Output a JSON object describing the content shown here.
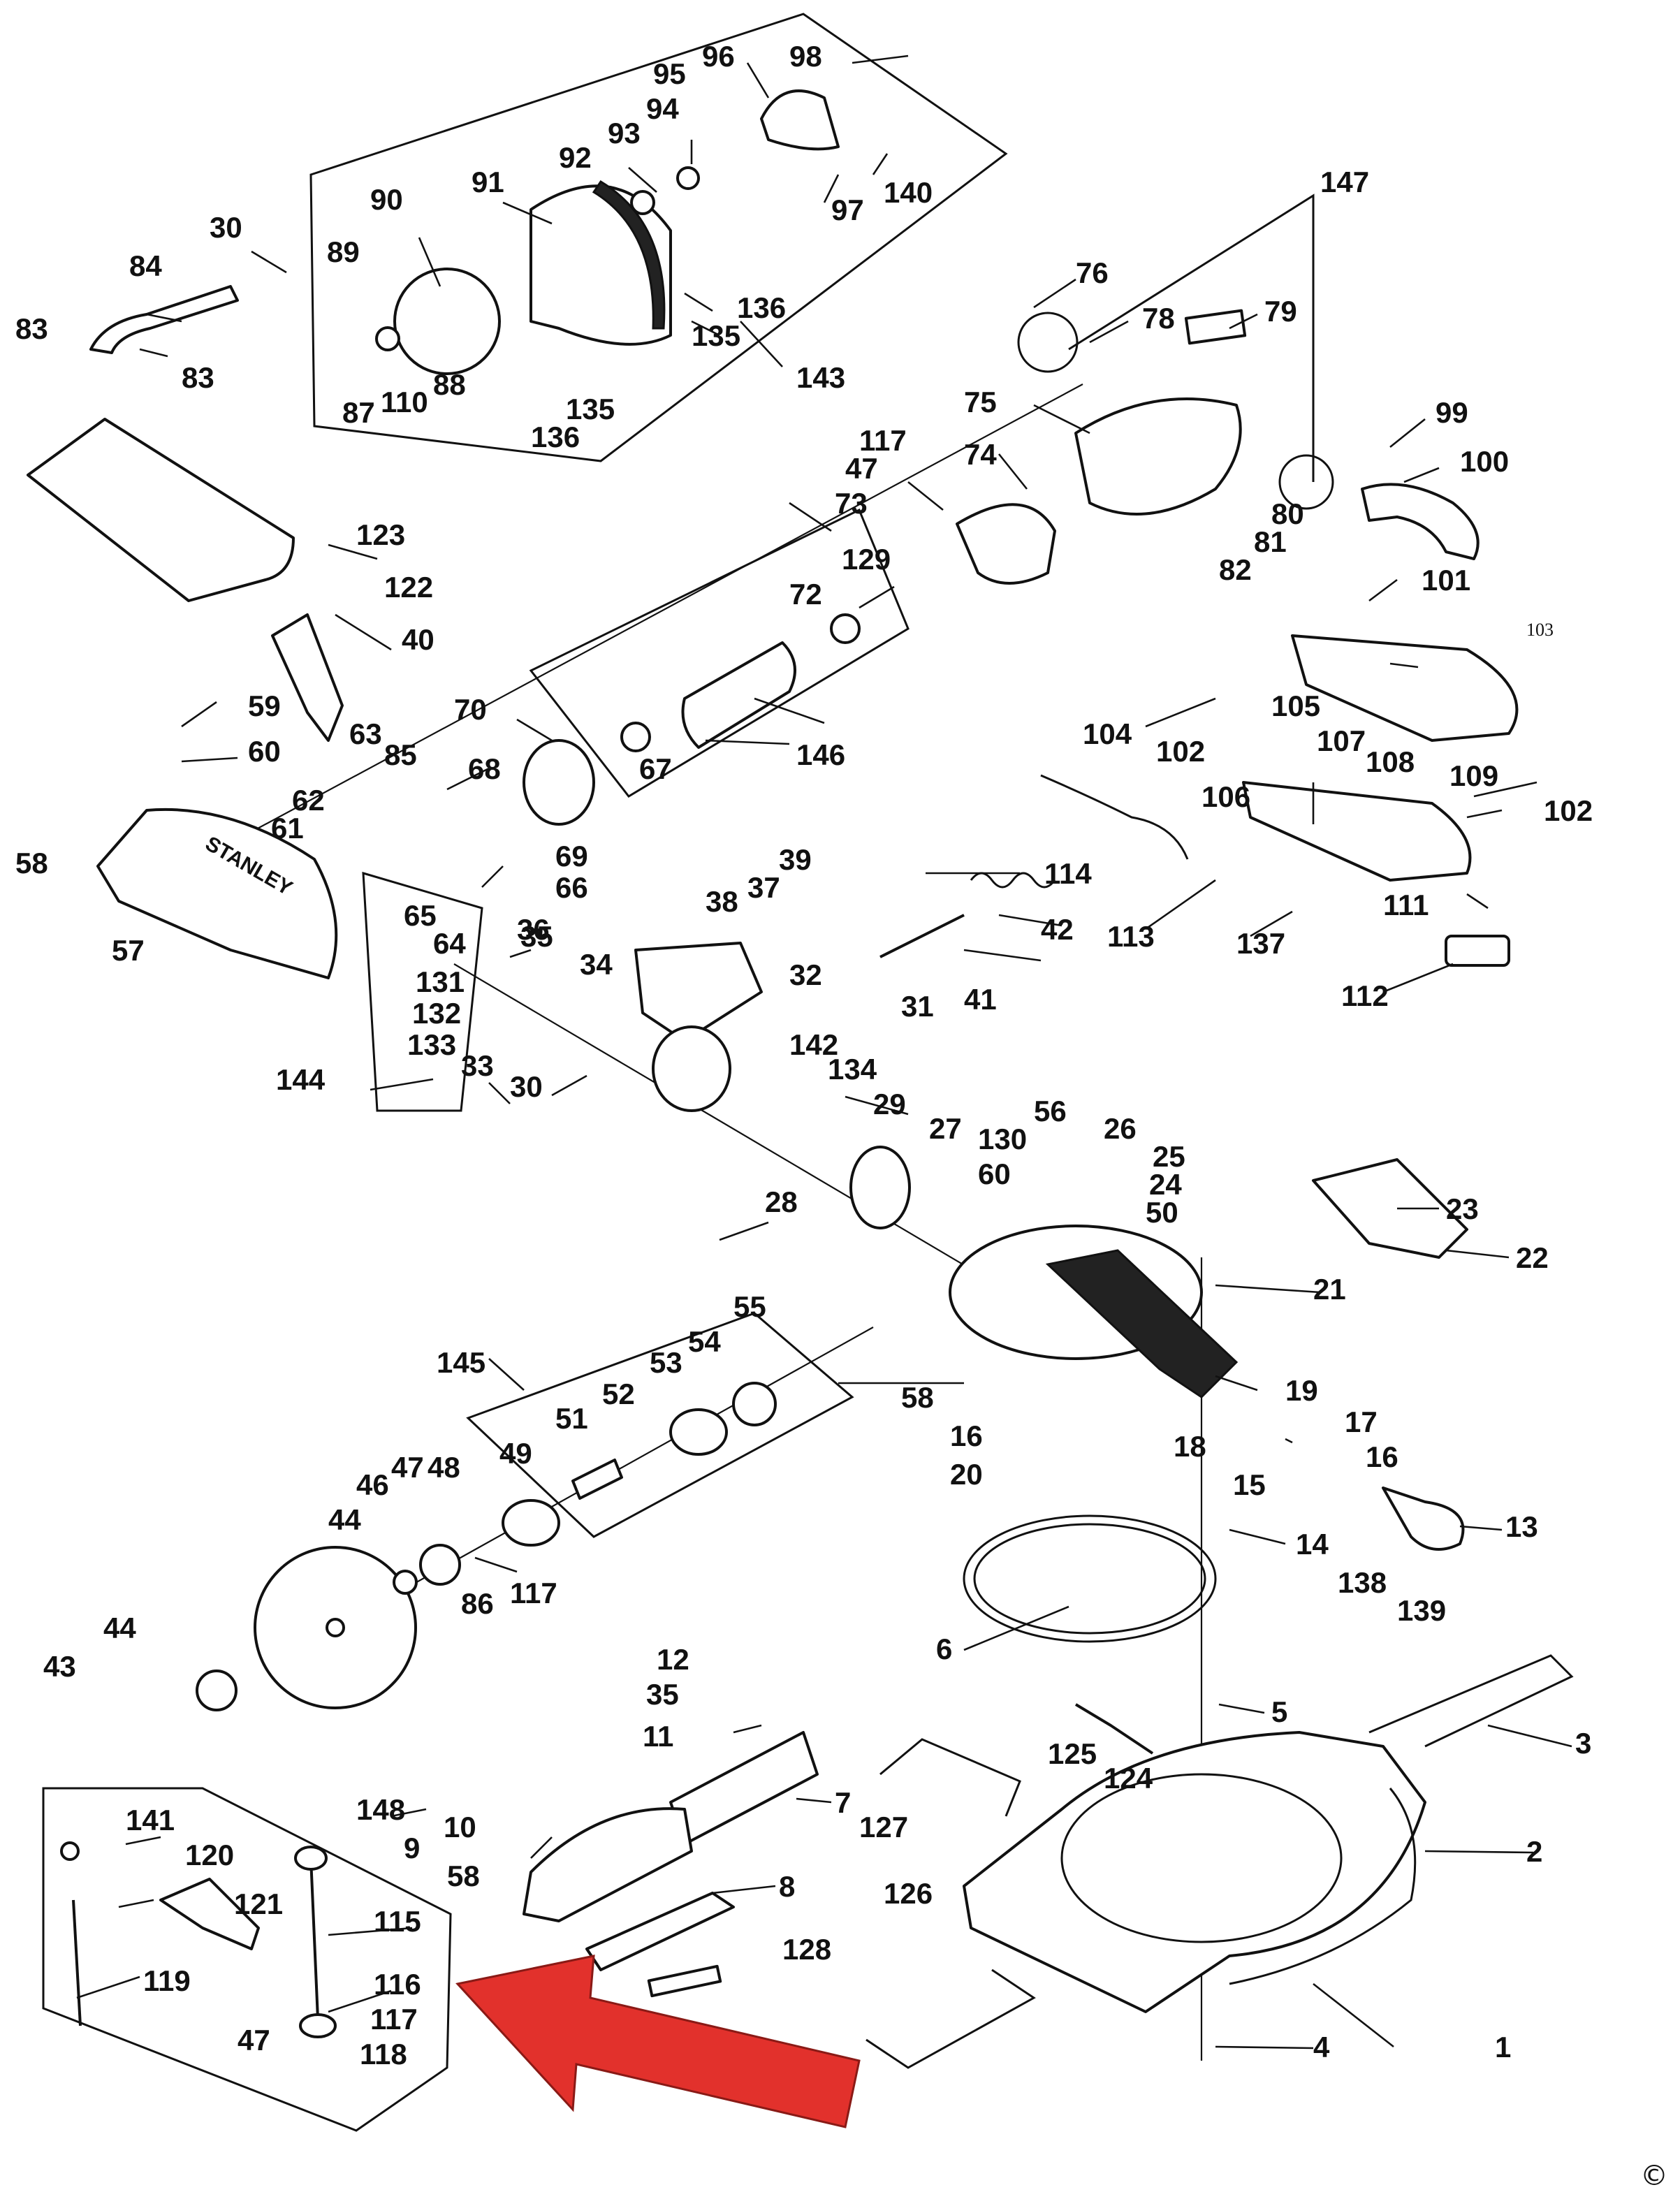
{
  "diagram": {
    "labels": {
      "p1": "1",
      "p2": "2",
      "p3": "3",
      "p4": "4",
      "p5": "5",
      "p6": "6",
      "p7": "7",
      "p8": "8",
      "p9": "9",
      "p10": "10",
      "p11": "11",
      "p12": "12",
      "p13": "13",
      "p14": "14",
      "p15": "15",
      "p16a": "16",
      "p16b": "16",
      "p17": "17",
      "p18": "18",
      "p19": "19",
      "p20": "20",
      "p21": "21",
      "p22": "22",
      "p23": "23",
      "p24": "24",
      "p25": "25",
      "p26": "26",
      "p27": "27",
      "p28": "28",
      "p29": "29",
      "p30a": "30",
      "p30b": "30",
      "p31": "31",
      "p32": "32",
      "p33": "33",
      "p34": "34",
      "p35a": "35",
      "p35b": "35",
      "p36": "36",
      "p37": "37",
      "p38": "38",
      "p39": "39",
      "p40": "40",
      "p41": "41",
      "p42": "42",
      "p43": "43",
      "p44a": "44",
      "p44b": "44",
      "p46": "46",
      "p47a": "47",
      "p47b": "47",
      "p47c": "47",
      "p48": "48",
      "p49": "49",
      "p50": "50",
      "p51": "51",
      "p52": "52",
      "p53": "53",
      "p54": "54",
      "p55": "55",
      "p56": "56",
      "p57": "57",
      "p58a": "58",
      "p58b": "58",
      "p58c": "58",
      "p59": "59",
      "p60a": "60",
      "p60b": "60",
      "p61": "61",
      "p62": "62",
      "p63": "63",
      "p64": "64",
      "p65": "65",
      "p66": "66",
      "p67": "67",
      "p68": "68",
      "p69": "69",
      "p70": "70",
      "p72": "72",
      "p73": "73",
      "p74": "74",
      "p75": "75",
      "p76": "76",
      "p78": "78",
      "p79": "79",
      "p80": "80",
      "p81": "81",
      "p82": "82",
      "p83a": "83",
      "p83b": "83",
      "p84": "84",
      "p85": "85",
      "p86": "86",
      "p87": "87",
      "p88": "88",
      "p89": "89",
      "p90": "90",
      "p91": "91",
      "p92": "92",
      "p93": "93",
      "p94": "94",
      "p95": "95",
      "p96": "96",
      "p97": "97",
      "p98": "98",
      "p99": "99",
      "p100": "100",
      "p101": "101",
      "p102a": "102",
      "p102b": "102",
      "p103": "103",
      "p104": "104",
      "p105": "105",
      "p106": "106",
      "p107": "107",
      "p108": "108",
      "p109": "109",
      "p110": "110",
      "p111": "111",
      "p112": "112",
      "p113": "113",
      "p114": "114",
      "p115": "115",
      "p116": "116",
      "p117a": "117",
      "p117b": "117",
      "p117c": "117",
      "p118": "118",
      "p119": "119",
      "p120": "120",
      "p121": "121",
      "p122": "122",
      "p123": "123",
      "p124": "124",
      "p125": "125",
      "p126": "126",
      "p127": "127",
      "p128": "128",
      "p129": "129",
      "p130": "130",
      "p131": "131",
      "p132": "132",
      "p133": "133",
      "p134": "134",
      "p135a": "135",
      "p135b": "135",
      "p136a": "136",
      "p136b": "136",
      "p137": "137",
      "p138": "138",
      "p139": "139",
      "p140": "140",
      "p141": "141",
      "p142": "142",
      "p143": "143",
      "p144": "144",
      "p145": "145",
      "p146": "146",
      "p147": "147",
      "p148": "148"
    },
    "brand_text": "STANLEY",
    "copyright_symbol": "©"
  },
  "colors": {
    "line": "#111111",
    "background": "#ffffff",
    "arrow_fill": "#e2312c"
  }
}
